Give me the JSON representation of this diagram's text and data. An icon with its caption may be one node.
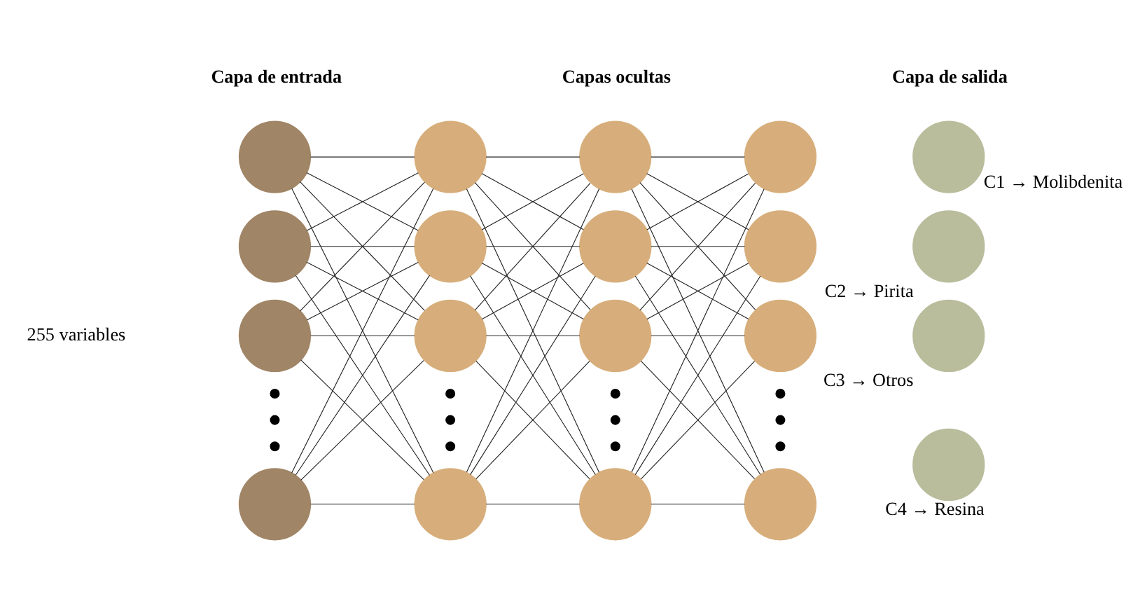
{
  "diagram": {
    "nodes": [
      {
        "text": [],
        "shape": "circle"
      },
      {
        "text": [],
        "shape": "circle"
      },
      {
        "text": [],
        "shape": "circle"
      },
      {
        "text": [],
        "shape": "circle"
      },
      {
        "text": [],
        "shape": "circle"
      },
      {
        "text": [],
        "shape": "circle"
      },
      {
        "text": [],
        "shape": "circle"
      },
      {
        "text": [],
        "shape": "circle"
      },
      {
        "text": [],
        "shape": "circle"
      },
      {
        "text": [],
        "shape": "circle"
      },
      {
        "text": [],
        "shape": "circle"
      },
      {
        "text": [],
        "shape": "circle"
      },
      {
        "text": [],
        "shape": "circle"
      },
      {
        "text": [],
        "shape": "circle"
      },
      {
        "text": [],
        "shape": "circle"
      },
      {
        "text": [],
        "shape": "circle"
      },
      {
        "text": [],
        "shape": "circle",
        "beside": [
          "C1 → Molibdenita"
        ]
      },
      {
        "text": [],
        "shape": "circle",
        "beside": [
          "C2 → Pirita"
        ]
      },
      {
        "text": [],
        "shape": "circle",
        "beside": [
          "C3 → Otros"
        ]
      },
      {
        "text": [],
        "shape": "circle",
        "beside": [
          "C4 → Resina"
        ]
      }
    ],
    "edges": [
      {
        "from": 0,
        "to": 4,
        "arrow": "none"
      },
      {
        "from": 0,
        "to": 5,
        "arrow": "none"
      },
      {
        "from": 0,
        "to": 6,
        "arrow": "none"
      },
      {
        "from": 0,
        "to": 7,
        "arrow": "none"
      },
      {
        "from": 1,
        "to": 4,
        "arrow": "none"
      },
      {
        "from": 1,
        "to": 5,
        "arrow": "none"
      },
      {
        "from": 1,
        "to": 6,
        "arrow": "none"
      },
      {
        "from": 1,
        "to": 7,
        "arrow": "none"
      },
      {
        "from": 2,
        "to": 4,
        "arrow": "none"
      },
      {
        "from": 2,
        "to": 5,
        "arrow": "none"
      },
      {
        "from": 2,
        "to": 6,
        "arrow": "none"
      },
      {
        "from": 2,
        "to": 7,
        "arrow": "none"
      },
      {
        "from": 3,
        "to": 4,
        "arrow": "none"
      },
      {
        "from": 3,
        "to": 5,
        "arrow": "none"
      },
      {
        "from": 3,
        "to": 6,
        "arrow": "none"
      },
      {
        "from": 3,
        "to": 7,
        "arrow": "none"
      },
      {
        "from": 4,
        "to": 8,
        "arrow": "none"
      },
      {
        "from": 4,
        "to": 9,
        "arrow": "none"
      },
      {
        "from": 4,
        "to": 10,
        "arrow": "none"
      },
      {
        "from": 4,
        "to": 11,
        "arrow": "none"
      },
      {
        "from": 5,
        "to": 8,
        "arrow": "none"
      },
      {
        "from": 5,
        "to": 9,
        "arrow": "none"
      },
      {
        "from": 5,
        "to": 10,
        "arrow": "none"
      },
      {
        "from": 5,
        "to": 11,
        "arrow": "none"
      },
      {
        "from": 6,
        "to": 8,
        "arrow": "none"
      },
      {
        "from": 6,
        "to": 9,
        "arrow": "none"
      },
      {
        "from": 6,
        "to": 10,
        "arrow": "none"
      },
      {
        "from": 6,
        "to": 11,
        "arrow": "none"
      },
      {
        "from": 7,
        "to": 8,
        "arrow": "none"
      },
      {
        "from": 7,
        "to": 9,
        "arrow": "none"
      },
      {
        "from": 7,
        "to": 10,
        "arrow": "none"
      },
      {
        "from": 7,
        "to": 11,
        "arrow": "none"
      },
      {
        "from": 8,
        "to": 12,
        "arrow": "none"
      },
      {
        "from": 8,
        "to": 13,
        "arrow": "none"
      },
      {
        "from": 8,
        "to": 14,
        "arrow": "none"
      },
      {
        "from": 8,
        "to": 15,
        "arrow": "none"
      },
      {
        "from": 9,
        "to": 12,
        "arrow": "none"
      },
      {
        "from": 9,
        "to": 13,
        "arrow": "none"
      },
      {
        "from": 9,
        "to": 14,
        "arrow": "none"
      },
      {
        "from": 9,
        "to": 15,
        "arrow": "none"
      },
      {
        "from": 10,
        "to": 12,
        "arrow": "none"
      },
      {
        "from": 10,
        "to": 13,
        "arrow": "none"
      },
      {
        "from": 10,
        "to": 14,
        "arrow": "none"
      },
      {
        "from": 10,
        "to": 15,
        "arrow": "none"
      },
      {
        "from": 11,
        "to": 12,
        "arrow": "none"
      },
      {
        "from": 11,
        "to": 13,
        "arrow": "none"
      },
      {
        "from": 11,
        "to": 14,
        "arrow": "none"
      },
      {
        "from": 11,
        "to": 15,
        "arrow": "none"
      }
    ],
    "labels": [
      "Capas ocultas",
      "Capa de entrada",
      "Capa de salida",
      "255 variables"
    ]
  }
}
